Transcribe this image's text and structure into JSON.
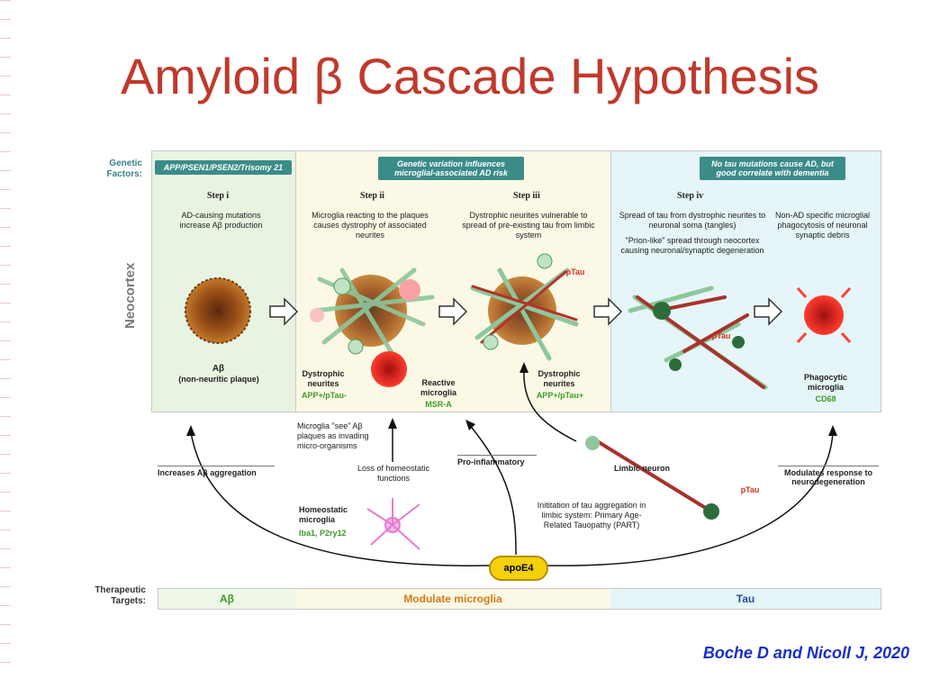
{
  "title": "Amyloid β Cascade Hypothesis",
  "credit": "Boche D and Nicoll J, 2020",
  "side": {
    "genetic_factors": "Genetic Factors:",
    "neocortex": "Neocortex",
    "therapeutic_targets": "Therapeutic Targets:"
  },
  "badges": {
    "b1": "APP/PSEN1/PSEN2/Trisomy 21",
    "b2": "Genetic variation influences microglial-associated AD risk",
    "b3": "No tau mutations cause AD, but good correlate with dementia"
  },
  "steps": {
    "s1": {
      "heading": "Step i",
      "text": "AD-causing mutations increase Aβ production"
    },
    "s2": {
      "heading": "Step ii",
      "text": "Microglia reacting to the plaques causes dystrophy of associated neurites"
    },
    "s3": {
      "heading": "Step iii",
      "text": "Dystrophic neurites vulnerable to spread of pre-existing tau from limbic system"
    },
    "s4": {
      "heading": "Step iv",
      "text": "Spread of tau from dystrophic neurites to neuronal soma (tangles)",
      "text2": "\"Prion-like\" spread through neocortex causing neuronal/synaptic degeneration"
    },
    "s5": {
      "text": "Non-AD specific microglial phagocytosis of neuronal synaptic debris"
    }
  },
  "cells": {
    "ab_title": "Aβ",
    "ab_sub": "(non-neuritic plaque)",
    "dys1_title": "Dystrophic neurites",
    "dys1_marker": "APP+/pTau-",
    "reactive_title": "Reactive microglia",
    "reactive_marker": "MSR-A",
    "dys2_title": "Dystrophic neurites",
    "dys2_marker": "APP+/pTau+",
    "ptau1": "pTau",
    "ptau2": "pTau",
    "ptau3": "pTau",
    "phago_title": "Phagocytic microglia",
    "phago_marker": "CD68",
    "homeo_title": "Homeostatic microglia",
    "homeo_marker": "Iba1, P2ry12",
    "limbic": "Limbic neuron"
  },
  "lower": {
    "increases": "Increases Aβ aggregation",
    "see": "Microglia \"see\" Aβ plaques as invading micro-organisms",
    "loss": "Loss of homeostatic functions",
    "proinflam": "Pro-inflammatory",
    "initiation": "Inititation of tau aggregation in limbic system: Primary Age-Related Tauopathy (PART)",
    "modulates": "Modulates response to neurodegeneration",
    "apoe4": "apoE4"
  },
  "therapy": {
    "t1": "Aβ",
    "t2": "Modulate microglia",
    "t3": "Tau"
  },
  "colors": {
    "title": "#c0392b",
    "credit": "#1a2fc4",
    "teal": "#3b8c89",
    "green_text": "#3f9b29",
    "red_text": "#d63022",
    "ab_target": "#3f9b29",
    "microglia_target": "#d97a16",
    "tau_target": "#1d4f9a"
  }
}
